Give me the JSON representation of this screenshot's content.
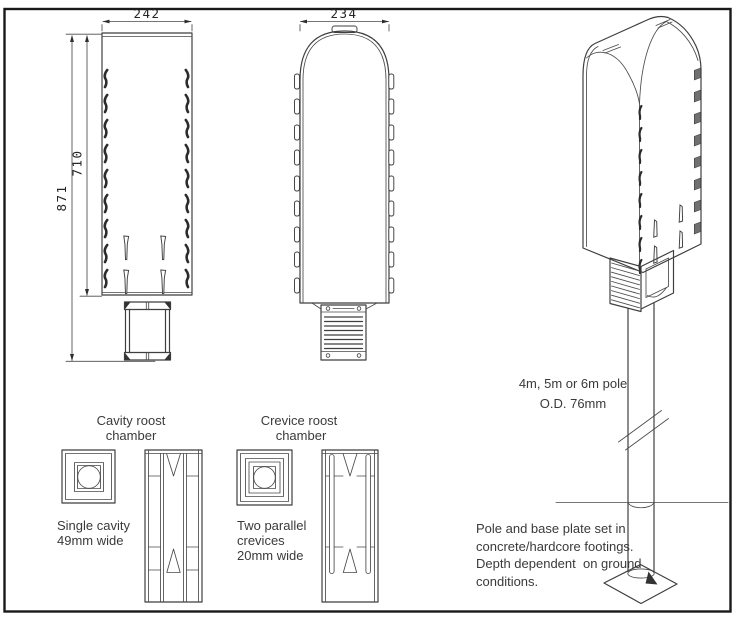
{
  "sheet": {
    "background": "#ffffff",
    "line_color": "#3f3f3f",
    "border_color": "#191919"
  },
  "front_view": {
    "width_dim": "242",
    "overall_height_dim": "871",
    "body_height_dim": "710"
  },
  "side_view": {
    "width_dim": "234"
  },
  "iso_view": {
    "pole_note_line1": "4m, 5m or 6m pole",
    "pole_note_line2": "O.D. 76mm",
    "footing_note_line1": "Pole and base plate set in",
    "footing_note_line2": "concrete/hardcore footings.",
    "footing_note_line3": "Depth dependent  on ground",
    "footing_note_line4": "conditions."
  },
  "cavity_chamber": {
    "title_line1": "Cavity roost",
    "title_line2": "chamber",
    "note_line1": "Single cavity",
    "note_line2": "49mm wide"
  },
  "crevice_chamber": {
    "title_line1": "Crevice roost",
    "title_line2": "chamber",
    "note_line1": "Two parallel",
    "note_line2": "crevices",
    "note_line3": "20mm wide"
  }
}
